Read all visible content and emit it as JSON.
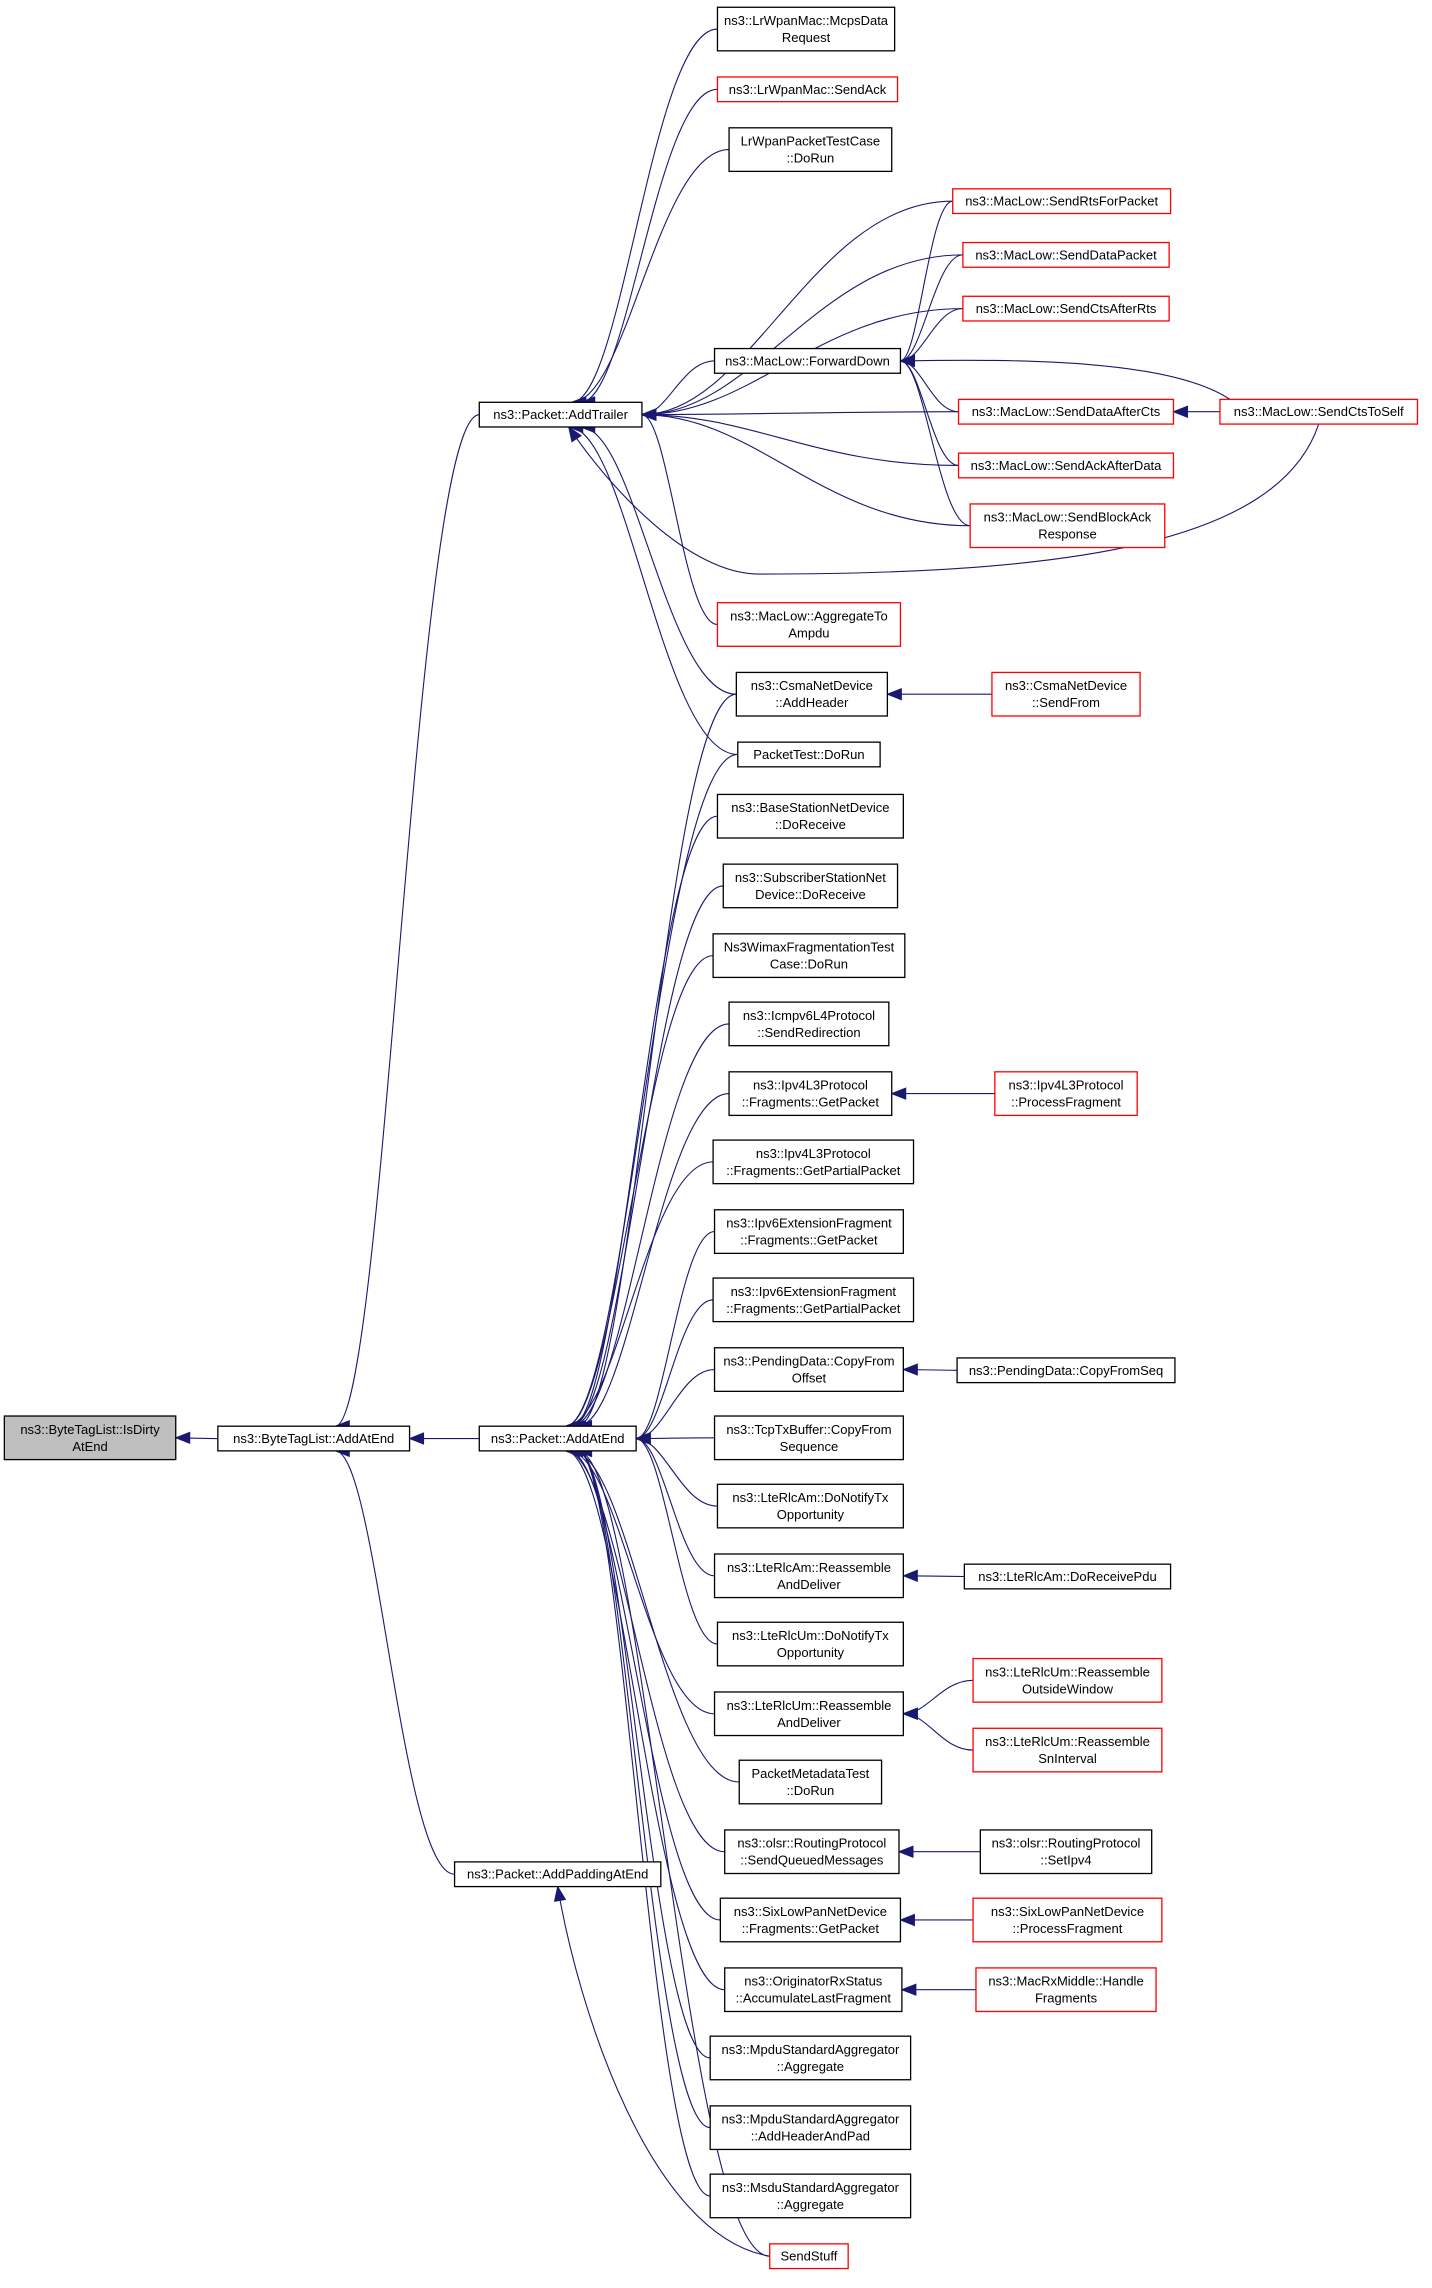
{
  "colors": {
    "edge": "#191970",
    "border_normal": "#000000",
    "border_truncated": "#ff0000",
    "fill_focus": "#bfbfbf",
    "fill_normal": "#ffffff"
  },
  "nodes": {
    "istdirty": {
      "lines": [
        "ns3::ByteTagList::IsDirty",
        "AtEnd"
      ],
      "style": "focus"
    },
    "btl_addatend": {
      "lines": [
        "ns3::ByteTagList::AddAtEnd"
      ],
      "style": "normal"
    },
    "pkt_addtrailer": {
      "lines": [
        "ns3::Packet::AddTrailer"
      ],
      "style": "normal"
    },
    "pkt_addatend": {
      "lines": [
        "ns3::Packet::AddAtEnd"
      ],
      "style": "normal"
    },
    "pkt_addpadding": {
      "lines": [
        "ns3::Packet::AddPaddingAtEnd"
      ],
      "style": "normal"
    },
    "lrwpan_mcps": {
      "lines": [
        "ns3::LrWpanMac::McpsData",
        "Request"
      ],
      "style": "normal"
    },
    "lrwpan_sendack": {
      "lines": [
        "ns3::LrWpanMac::SendAck"
      ],
      "style": "truncated"
    },
    "lrwpan_test": {
      "lines": [
        "LrWpanPacketTestCase",
        "::DoRun"
      ],
      "style": "normal"
    },
    "maclow_rts": {
      "lines": [
        "ns3::MacLow::SendRtsForPacket"
      ],
      "style": "truncated"
    },
    "maclow_data": {
      "lines": [
        "ns3::MacLow::SendDataPacket"
      ],
      "style": "truncated"
    },
    "maclow_ctsafterrts": {
      "lines": [
        "ns3::MacLow::SendCtsAfterRts"
      ],
      "style": "truncated"
    },
    "maclow_fwd": {
      "lines": [
        "ns3::MacLow::ForwardDown"
      ],
      "style": "normal"
    },
    "maclow_dataaftercts": {
      "lines": [
        "ns3::MacLow::SendDataAfterCts"
      ],
      "style": "truncated"
    },
    "maclow_ctstoself": {
      "lines": [
        "ns3::MacLow::SendCtsToSelf"
      ],
      "style": "truncated"
    },
    "maclow_ackafterdata": {
      "lines": [
        "ns3::MacLow::SendAckAfterData"
      ],
      "style": "truncated"
    },
    "maclow_blockack": {
      "lines": [
        "ns3::MacLow::SendBlockAck",
        "Response"
      ],
      "style": "truncated"
    },
    "maclow_aggr": {
      "lines": [
        "ns3::MacLow::AggregateTo",
        "Ampdu"
      ],
      "style": "truncated"
    },
    "csma_addheader": {
      "lines": [
        "ns3::CsmaNetDevice",
        "::AddHeader"
      ],
      "style": "normal"
    },
    "csma_sendfrom": {
      "lines": [
        "ns3::CsmaNetDevice",
        "::SendFrom"
      ],
      "style": "truncated"
    },
    "packettest": {
      "lines": [
        "PacketTest::DoRun"
      ],
      "style": "normal"
    },
    "bs_doreceive": {
      "lines": [
        "ns3::BaseStationNetDevice",
        "::DoReceive"
      ],
      "style": "normal"
    },
    "ss_doreceive": {
      "lines": [
        "ns3::SubscriberStationNet",
        "Device::DoReceive"
      ],
      "style": "normal"
    },
    "wimax_frag": {
      "lines": [
        "Ns3WimaxFragmentationTest",
        "Case::DoRun"
      ],
      "style": "normal"
    },
    "icmpv6_redir": {
      "lines": [
        "ns3::Icmpv6L4Protocol",
        "::SendRedirection"
      ],
      "style": "normal"
    },
    "ipv4_getpacket": {
      "lines": [
        "ns3::Ipv4L3Protocol",
        "::Fragments::GetPacket"
      ],
      "style": "normal"
    },
    "ipv4_procfrag": {
      "lines": [
        "ns3::Ipv4L3Protocol",
        "::ProcessFragment"
      ],
      "style": "truncated"
    },
    "ipv4_getpartial": {
      "lines": [
        "ns3::Ipv4L3Protocol",
        "::Fragments::GetPartialPacket"
      ],
      "style": "normal"
    },
    "ipv6_getpacket": {
      "lines": [
        "ns3::Ipv6ExtensionFragment",
        "::Fragments::GetPacket"
      ],
      "style": "normal"
    },
    "ipv6_getpartial": {
      "lines": [
        "ns3::Ipv6ExtensionFragment",
        "::Fragments::GetPartialPacket"
      ],
      "style": "normal"
    },
    "pending_copyoffset": {
      "lines": [
        "ns3::PendingData::CopyFrom",
        "Offset"
      ],
      "style": "normal"
    },
    "pending_copyseq": {
      "lines": [
        "ns3::PendingData::CopyFromSeq"
      ],
      "style": "normal"
    },
    "tcptx_copy": {
      "lines": [
        "ns3::TcpTxBuffer::CopyFrom",
        "Sequence"
      ],
      "style": "normal"
    },
    "rlcam_notify": {
      "lines": [
        "ns3::LteRlcAm::DoNotifyTx",
        "Opportunity"
      ],
      "style": "normal"
    },
    "rlcam_reassemble": {
      "lines": [
        "ns3::LteRlcAm::Reassemble",
        "AndDeliver"
      ],
      "style": "normal"
    },
    "rlcam_receivepdu": {
      "lines": [
        "ns3::LteRlcAm::DoReceivePdu"
      ],
      "style": "normal"
    },
    "rlcum_notify": {
      "lines": [
        "ns3::LteRlcUm::DoNotifyTx",
        "Opportunity"
      ],
      "style": "normal"
    },
    "rlcum_reassemble": {
      "lines": [
        "ns3::LteRlcUm::Reassemble",
        "AndDeliver"
      ],
      "style": "normal"
    },
    "rlcum_outside": {
      "lines": [
        "ns3::LteRlcUm::Reassemble",
        "OutsideWindow"
      ],
      "style": "truncated"
    },
    "rlcum_sninterval": {
      "lines": [
        "ns3::LteRlcUm::Reassemble",
        "SnInterval"
      ],
      "style": "truncated"
    },
    "pktmeta_test": {
      "lines": [
        "PacketMetadataTest",
        "::DoRun"
      ],
      "style": "normal"
    },
    "olsr_sendqueued": {
      "lines": [
        "ns3::olsr::RoutingProtocol",
        "::SendQueuedMessages"
      ],
      "style": "normal"
    },
    "olsr_setipv4": {
      "lines": [
        "ns3::olsr::RoutingProtocol",
        "::SetIpv4"
      ],
      "style": "normal"
    },
    "sixlow_getpacket": {
      "lines": [
        "ns3::SixLowPanNetDevice",
        "::Fragments::GetPacket"
      ],
      "style": "normal"
    },
    "sixlow_procfrag": {
      "lines": [
        "ns3::SixLowPanNetDevice",
        "::ProcessFragment"
      ],
      "style": "truncated"
    },
    "orig_accum": {
      "lines": [
        "ns3::OriginatorRxStatus",
        "::AccumulateLastFragment"
      ],
      "style": "normal"
    },
    "macrx_handle": {
      "lines": [
        "ns3::MacRxMiddle::Handle",
        "Fragments"
      ],
      "style": "truncated"
    },
    "mpdu_aggregate": {
      "lines": [
        "ns3::MpduStandardAggregator",
        "::Aggregate"
      ],
      "style": "normal"
    },
    "mpdu_addheader": {
      "lines": [
        "ns3::MpduStandardAggregator",
        "::AddHeaderAndPad"
      ],
      "style": "normal"
    },
    "msdu_aggregate": {
      "lines": [
        "ns3::MsduStandardAggregator",
        "::Aggregate"
      ],
      "style": "normal"
    },
    "sendstuff": {
      "lines": [
        "SendStuff"
      ],
      "style": "truncated"
    }
  },
  "edges": [
    [
      "btl_addatend",
      "istdirty"
    ],
    [
      "pkt_addtrailer",
      "btl_addatend"
    ],
    [
      "pkt_addatend",
      "btl_addatend"
    ],
    [
      "pkt_addpadding",
      "btl_addatend"
    ],
    [
      "lrwpan_mcps",
      "pkt_addtrailer"
    ],
    [
      "lrwpan_sendack",
      "pkt_addtrailer"
    ],
    [
      "lrwpan_test",
      "pkt_addtrailer"
    ],
    [
      "maclow_rts",
      "pkt_addtrailer"
    ],
    [
      "maclow_data",
      "pkt_addtrailer"
    ],
    [
      "maclow_ctsafterrts",
      "pkt_addtrailer"
    ],
    [
      "maclow_fwd",
      "pkt_addtrailer"
    ],
    [
      "maclow_dataaftercts",
      "pkt_addtrailer"
    ],
    [
      "maclow_ackafterdata",
      "pkt_addtrailer"
    ],
    [
      "maclow_blockack",
      "pkt_addtrailer"
    ],
    [
      "maclow_ctstoself",
      "pkt_addtrailer"
    ],
    [
      "maclow_aggr",
      "pkt_addtrailer"
    ],
    [
      "csma_addheader",
      "pkt_addtrailer"
    ],
    [
      "packettest",
      "pkt_addtrailer"
    ],
    [
      "maclow_rts",
      "maclow_fwd"
    ],
    [
      "maclow_data",
      "maclow_fwd"
    ],
    [
      "maclow_ctsafterrts",
      "maclow_fwd"
    ],
    [
      "maclow_dataaftercts",
      "maclow_fwd"
    ],
    [
      "maclow_ackafterdata",
      "maclow_fwd"
    ],
    [
      "maclow_blockack",
      "maclow_fwd"
    ],
    [
      "maclow_ctstoself",
      "maclow_fwd"
    ],
    [
      "maclow_ctstoself",
      "maclow_dataaftercts"
    ],
    [
      "csma_sendfrom",
      "csma_addheader"
    ],
    [
      "csma_addheader",
      "pkt_addatend"
    ],
    [
      "packettest",
      "pkt_addatend"
    ],
    [
      "bs_doreceive",
      "pkt_addatend"
    ],
    [
      "ss_doreceive",
      "pkt_addatend"
    ],
    [
      "wimax_frag",
      "pkt_addatend"
    ],
    [
      "icmpv6_redir",
      "pkt_addatend"
    ],
    [
      "ipv4_getpacket",
      "pkt_addatend"
    ],
    [
      "ipv4_procfrag",
      "ipv4_getpacket"
    ],
    [
      "ipv4_getpartial",
      "pkt_addatend"
    ],
    [
      "ipv6_getpacket",
      "pkt_addatend"
    ],
    [
      "ipv6_getpartial",
      "pkt_addatend"
    ],
    [
      "pending_copyoffset",
      "pkt_addatend"
    ],
    [
      "pending_copyseq",
      "pending_copyoffset"
    ],
    [
      "tcptx_copy",
      "pkt_addatend"
    ],
    [
      "rlcam_notify",
      "pkt_addatend"
    ],
    [
      "rlcam_reassemble",
      "pkt_addatend"
    ],
    [
      "rlcam_receivepdu",
      "rlcam_reassemble"
    ],
    [
      "rlcum_notify",
      "pkt_addatend"
    ],
    [
      "rlcum_reassemble",
      "pkt_addatend"
    ],
    [
      "rlcum_outside",
      "rlcum_reassemble"
    ],
    [
      "rlcum_sninterval",
      "rlcum_reassemble"
    ],
    [
      "pktmeta_test",
      "pkt_addatend"
    ],
    [
      "olsr_sendqueued",
      "pkt_addatend"
    ],
    [
      "olsr_setipv4",
      "olsr_sendqueued"
    ],
    [
      "sixlow_getpacket",
      "pkt_addatend"
    ],
    [
      "sixlow_procfrag",
      "sixlow_getpacket"
    ],
    [
      "orig_accum",
      "pkt_addatend"
    ],
    [
      "macrx_handle",
      "orig_accum"
    ],
    [
      "mpdu_aggregate",
      "pkt_addatend"
    ],
    [
      "mpdu_addheader",
      "pkt_addatend"
    ],
    [
      "msdu_aggregate",
      "pkt_addatend"
    ],
    [
      "sendstuff",
      "pkt_addatend"
    ],
    [
      "sendstuff",
      "pkt_addpadding"
    ]
  ]
}
